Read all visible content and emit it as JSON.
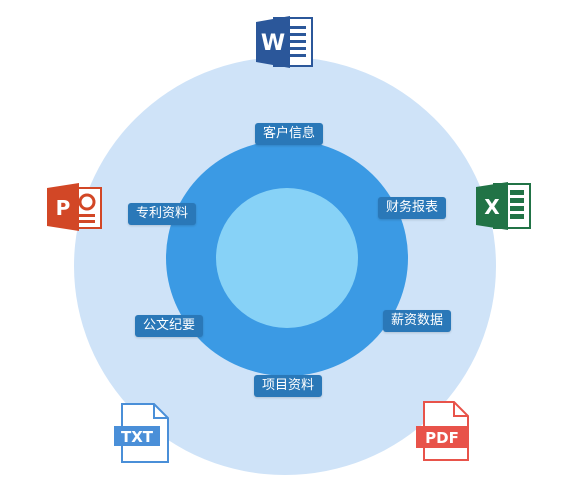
{
  "colors": {
    "outer_ring": "#cfe3f8",
    "middle_ring": "#3b9ae4",
    "inner_circle": "#87d2f7",
    "tag_background": "#2a78b8",
    "tag_text": "#ffffff",
    "word": "#2b579a",
    "excel": "#217346",
    "powerpoint": "#d24726",
    "txt": "#4a8fd8",
    "pdf": "#e8534a"
  },
  "tags": [
    {
      "label": "客户信息"
    },
    {
      "label": "财务报表"
    },
    {
      "label": "薪资数据"
    },
    {
      "label": "项目资料"
    },
    {
      "label": "公文纪要"
    },
    {
      "label": "专利资料"
    }
  ],
  "file_icons": {
    "word": {
      "icon": "word-icon",
      "letter": "W"
    },
    "excel": {
      "icon": "excel-icon",
      "letter": "X"
    },
    "powerpoint": {
      "icon": "powerpoint-icon",
      "letter": "P"
    },
    "txt": {
      "icon": "txt-file-icon",
      "letter": "TXT"
    },
    "pdf": {
      "icon": "pdf-file-icon",
      "letter": "PDF"
    }
  }
}
